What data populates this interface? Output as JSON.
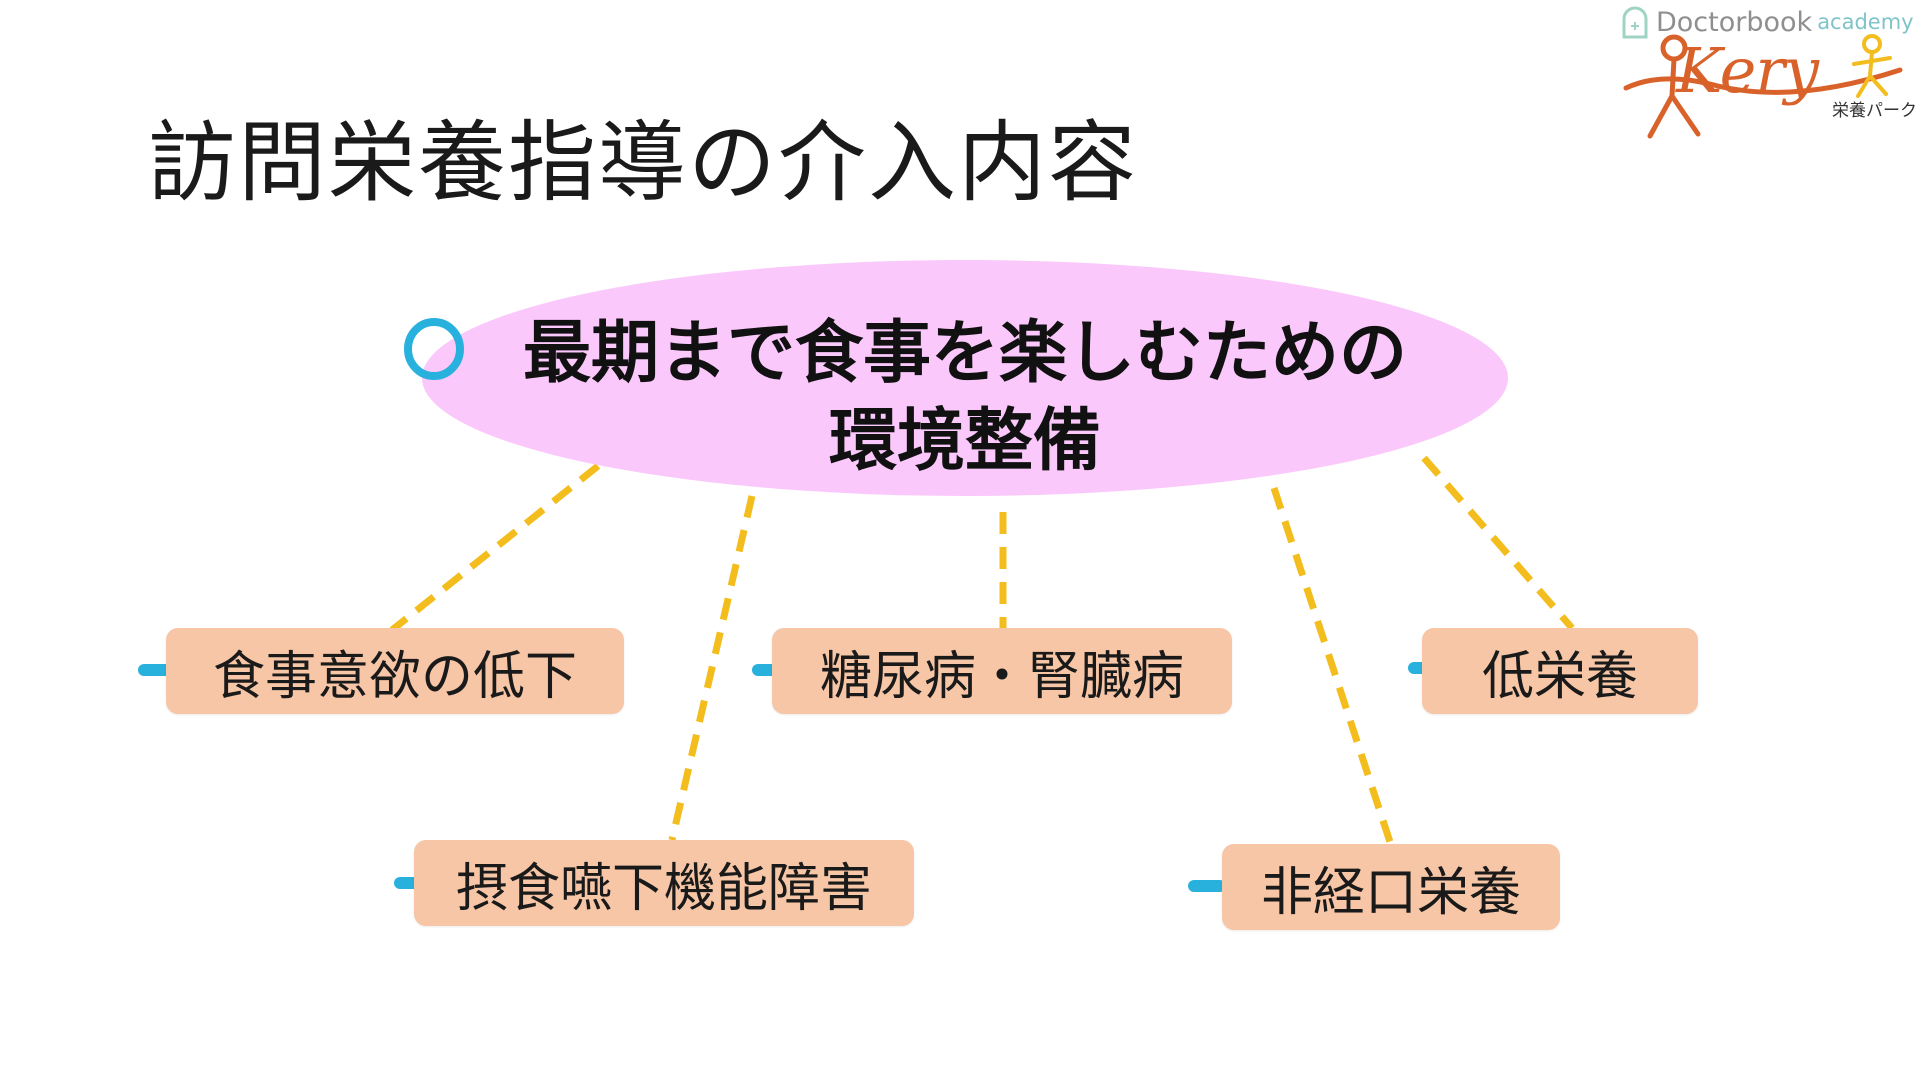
{
  "slide": {
    "title": "訪問栄養指導の介入内容"
  },
  "central_node": {
    "line1": "最期まで食事を楽しむための",
    "line2": "環境整備"
  },
  "nodes": [
    {
      "label": "食事意欲の低下"
    },
    {
      "label": "摂食嚥下機能障害"
    },
    {
      "label": "糖尿病・腎臓病"
    },
    {
      "label": "非経口栄養"
    },
    {
      "label": "低栄養"
    }
  ],
  "logo": {
    "brand": "Doctorbook",
    "academy": "academy",
    "name": "Kery",
    "sub": "栄養パーク"
  },
  "colors": {
    "central_fill": "#fbc8fb",
    "box_fill": "#f7c6a6",
    "connector": "#f2bd1d",
    "bullet_dash": "#29b1de",
    "logo_orange": "#d9622b"
  }
}
